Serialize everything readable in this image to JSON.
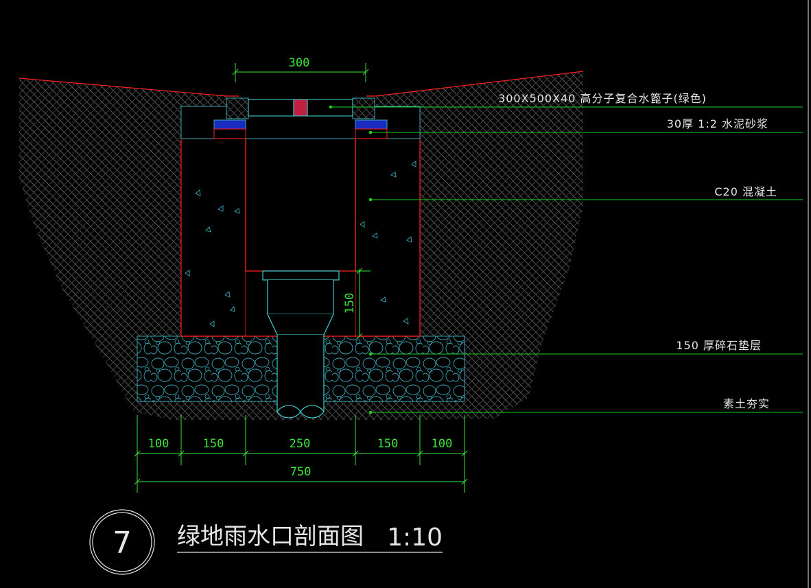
{
  "drawing": {
    "title": "绿地雨水口剖面图",
    "scale": "1:10",
    "detail_number": "7"
  },
  "dimensions": {
    "top_width": "300",
    "depth": "150",
    "segments": [
      "100",
      "150",
      "250",
      "150",
      "100"
    ],
    "total": "750"
  },
  "notes": [
    "300X500X40 高分子复合水篦子(绿色)",
    "30厚 1:2 水泥砂浆",
    "C20 混凝土",
    "150 厚碎石垫层",
    "素土夯实"
  ],
  "colors": {
    "background": "#000000",
    "soil_hatch": "#5a5a5a",
    "concrete_outline": "#ff2020",
    "leader_line": "#20d020",
    "dimension": "#39e639",
    "pipe": "#40e0e0",
    "text": "#e6e6e6"
  }
}
